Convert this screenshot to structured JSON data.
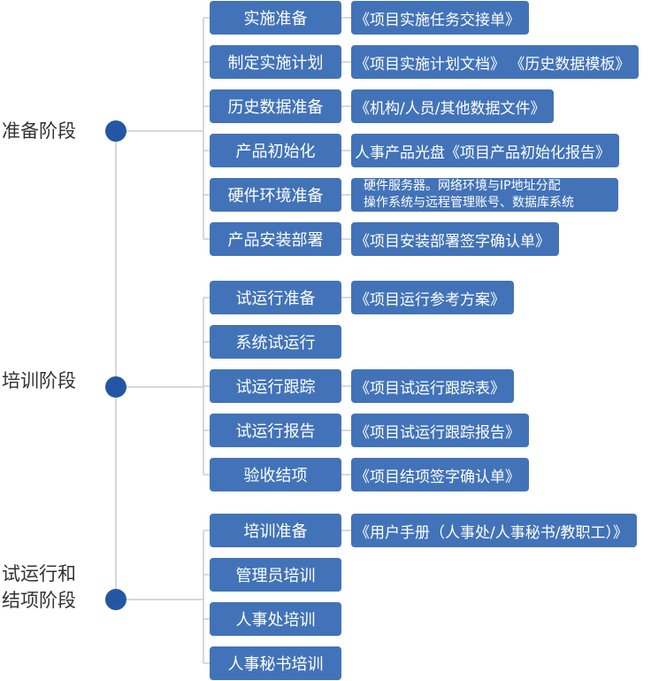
{
  "phases": [
    {
      "label": "准备阶段",
      "steps": [
        {
          "label": "实施准备",
          "doc": "《项目实施任务交接单》"
        },
        {
          "label": "制定实施计划",
          "doc": "《项目实施计划文档》 《历史数据模板》"
        },
        {
          "label": "历史数据准备",
          "doc": "《机构/人员/其他数据文件》"
        },
        {
          "label": "产品初始化",
          "doc": "人事产品光盘《项目产品初始化报告》"
        },
        {
          "label": "硬件环境准备",
          "doc_lines": [
            "硬件服务器。网络环境与IP地址分配",
            "操作系统与远程管理账号、数据库系统"
          ]
        },
        {
          "label": "产品安装部署",
          "doc": "《项目安装部署签字确认单》"
        }
      ]
    },
    {
      "label": "培训阶段",
      "steps": [
        {
          "label": "试运行准备",
          "doc": "《项目运行参考方案》"
        },
        {
          "label": "系统试运行"
        },
        {
          "label": "试运行跟踪",
          "doc": "《项目试运行跟踪表》"
        },
        {
          "label": "试运行报告",
          "doc": "《项目试运行跟踪报告》"
        },
        {
          "label": "验收结项",
          "doc": "《项目结项签字确认单》"
        }
      ]
    },
    {
      "label": "试运行和\n结项阶段",
      "steps": [
        {
          "label": "培训准备",
          "doc": "《用户手册（人事处/人事秘书/教职工）》"
        },
        {
          "label": "管理员培训"
        },
        {
          "label": "人事处培训"
        },
        {
          "label": "人事秘书培训"
        }
      ]
    }
  ],
  "colors": {
    "box": "#4273b8",
    "node": "#2457a3",
    "line": "#c8ccd2",
    "text": "#333333"
  }
}
